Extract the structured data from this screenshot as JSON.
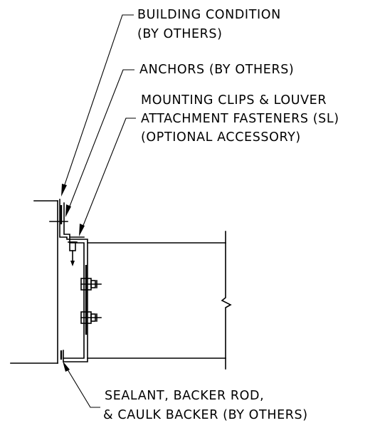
{
  "callouts": {
    "building_condition": {
      "line1": "BUILDING CONDITION",
      "line2": "(BY OTHERS)"
    },
    "anchors": {
      "line1": "ANCHORS (BY OTHERS)"
    },
    "mounting_clips": {
      "line1": "MOUNTING CLIPS & LOUVER",
      "line2": "ATTACHMENT FASTENERS (SL)",
      "line3": "(OPTIONAL ACCESSORY)"
    },
    "sealant": {
      "line1": "SEALANT, BACKER ROD,",
      "line2": "& CAULK BACKER (BY OTHERS)"
    }
  },
  "colors": {
    "ink": "#000000",
    "background": "#ffffff"
  }
}
